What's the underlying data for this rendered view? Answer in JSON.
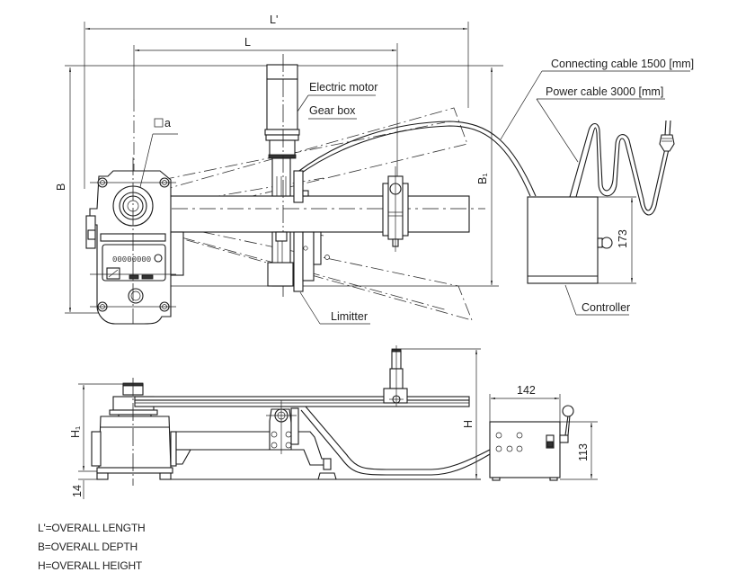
{
  "drawing": {
    "title": "Motorized torque wrench tester – outline dimensions",
    "dimensions": {
      "overall_length_symbol": "L'",
      "length_symbol": "L",
      "overall_depth_symbol": "B",
      "depth_symbol_b1": "B₁",
      "height_symbol": "H",
      "height_symbol_h1": "H₁",
      "base_clearance": "14",
      "controller_depth": "173",
      "controller_width": "142",
      "controller_height": "113",
      "square_drive_symbol": "a"
    },
    "callouts": {
      "electric_motor": "Electric motor",
      "gear_box": "Gear box",
      "limitter": "Limitter",
      "controller": "Controller",
      "connecting_cable": "Connecting cable 1500 [mm]",
      "power_cable": "Power cable 3000 [mm]"
    }
  },
  "legend": [
    "L'=OVERALL LENGTH",
    "B=OVERALL DEPTH",
    "H=OVERALL HEIGHT"
  ]
}
